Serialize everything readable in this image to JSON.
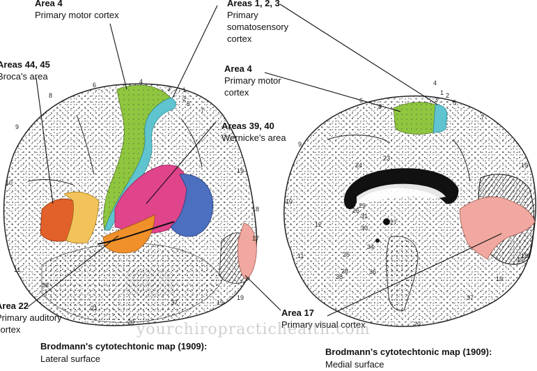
{
  "lateral": {
    "area4": {
      "title": "Area 4",
      "line1": "Primary motor cortex"
    },
    "areas123": {
      "title": "Areas 1, 2, 3",
      "line1": "Primary",
      "line2": "somatosensory",
      "line3": "cortex"
    },
    "areas4445": {
      "title": "Areas 44, 45",
      "line1": "Broca's area"
    },
    "areas3940": {
      "title": "Areas 39, 40",
      "line1": "Wernicke's area"
    },
    "area22": {
      "title": "Area 22",
      "line1": "Primary auditory",
      "line2": "cortex"
    },
    "caption": {
      "title": "Brodmann's cytotechtonic map (1909):",
      "subtitle": "Lateral surface"
    },
    "numbers": [
      "6",
      "4",
      "3",
      "1",
      "2",
      "5",
      "7",
      "9",
      "8",
      "19",
      "18",
      "17",
      "19",
      "10",
      "11",
      "38",
      "20",
      "37",
      "19",
      "21"
    ]
  },
  "medial": {
    "area4": {
      "title": "Area 4",
      "line1": "Primary motor",
      "line2": "cortex"
    },
    "area17": {
      "title": "Area 17",
      "line1": "Primary visual cortex"
    },
    "caption": {
      "title": "Brodmann's cytotechtonic map (1909):",
      "subtitle": "Medial surface"
    },
    "numbers": [
      "6",
      "4",
      "3",
      "1",
      "2",
      "5",
      "7",
      "8",
      "9",
      "10",
      "11",
      "25",
      "12",
      "24",
      "23",
      "31",
      "29",
      "26",
      "30",
      "27",
      "34",
      "28",
      "38",
      "36",
      "20",
      "37",
      "19",
      "18",
      "19",
      "17"
    ]
  },
  "watermark": "yourchiropractichealth.com",
  "colors": {
    "motor": "#8fc63f",
    "somatosensory": "#5fc4cf",
    "broca44": "#e2602a",
    "broca45": "#f2c35a",
    "wernicke40": "#e0448a",
    "wernicke39": "#4c6fc0",
    "auditory": "#f0902a",
    "visual": "#f0a8a0"
  }
}
